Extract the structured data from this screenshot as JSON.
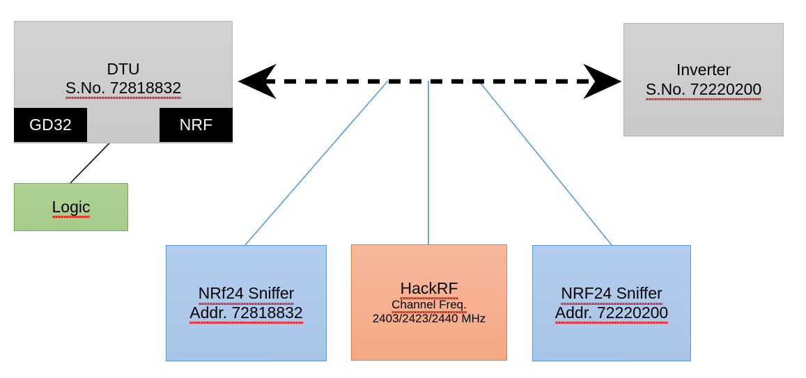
{
  "diagram": {
    "title": "NRF24 / HackRF sniffing setup block diagram",
    "colors": {
      "gray_fill": "#CCCCCC",
      "gray_border": "#B3B3B3",
      "blue_fill": "#AEC8EA",
      "blue_border": "#5B9BD5",
      "orange_fill": "#F7B191",
      "orange_border": "#ED7D31",
      "green_fill": "#AACE8E",
      "green_border": "#70AD47",
      "black_fill": "#000000",
      "connector_blue": "#5B9BD5",
      "connector_black": "#000000",
      "spellcheck_red": "#FF0000"
    },
    "nodes": {
      "dtu": {
        "line1": "DTU",
        "line2": "S.No. 72818832"
      },
      "gd32": {
        "label": "GD32"
      },
      "nrf": {
        "label": "NRF"
      },
      "logic": {
        "label": "Logic"
      },
      "inverter": {
        "line1": "Inverter",
        "line2": "S.No. 72220200"
      },
      "sniffer_left": {
        "line1": "NRf24 Sniffer",
        "line2": "Addr. 72818832"
      },
      "hackrf": {
        "line1": "HackRF",
        "line2": "Channel Freq.",
        "line3": "2403/2423/2440 MHz"
      },
      "sniffer_right": {
        "line1": "NRF24 Sniffer",
        "line2": "Addr. 72220200"
      }
    },
    "connectors": {
      "rf_link": {
        "name": "dashed-bidirectional-rf-link",
        "style": "dashed",
        "arrows": "both"
      },
      "chip_link": {
        "name": "gd32-nrf-bidirectional-link",
        "style": "solid",
        "arrows": "both"
      },
      "logic_probe": {
        "name": "logic-analyzer-probe-line",
        "style": "solid",
        "arrows": "none"
      },
      "tap_left": {
        "name": "sniffer-left-tap",
        "style": "solid",
        "arrows": "none"
      },
      "tap_center": {
        "name": "hackrf-tap",
        "style": "solid",
        "arrows": "none"
      },
      "tap_right": {
        "name": "sniffer-right-tap",
        "style": "solid",
        "arrows": "none"
      }
    }
  }
}
